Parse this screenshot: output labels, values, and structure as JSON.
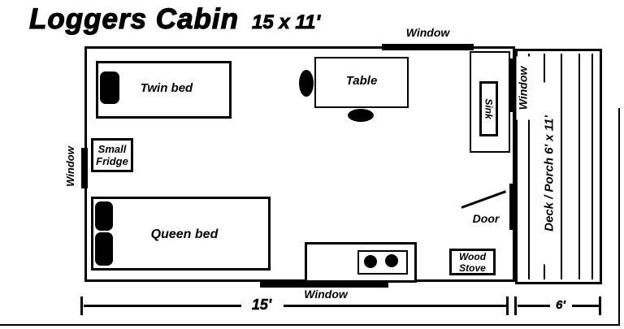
{
  "title": {
    "name": "Loggers Cabin",
    "dimensions": "15 x 11'"
  },
  "furniture": {
    "twin_bed": {
      "label": "Twin bed"
    },
    "queen_bed": {
      "label": "Queen bed"
    },
    "small_fridge": {
      "line1": "Small",
      "line2": "Fridge"
    },
    "table": {
      "label": "Table"
    },
    "sink": {
      "label": "Sink"
    },
    "stove_burners": {
      "count": 2
    },
    "wood_stove": {
      "line1": "Wood",
      "line2": "Stove"
    }
  },
  "openings": {
    "window_top": "Window",
    "window_bottom": "Window",
    "window_left": "Window",
    "window_right": "Window",
    "door": "Door"
  },
  "deck": {
    "label": "Deck / Porch 6' x 11'"
  },
  "dimensions": {
    "cabin_width": "15'",
    "deck_width": "6'"
  },
  "colors": {
    "ink": "#000000",
    "background": "#ffffff"
  }
}
